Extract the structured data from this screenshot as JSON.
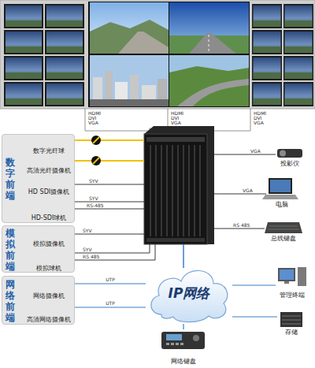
{
  "diagram": {
    "nodes": [
      {
        "text": [
          "数字前端"
        ]
      },
      {
        "text": [
          "数字光纤球"
        ],
        "in": 0
      },
      {
        "text": [
          "高清光纤摄像机"
        ],
        "in": 0
      },
      {
        "text": [
          "HD SDI摄像机"
        ],
        "in": 0
      },
      {
        "text": [
          "HD-SDI球机"
        ],
        "in": 0
      },
      {
        "text": [
          "模拟前端"
        ]
      },
      {
        "text": [
          "模拟摄像机"
        ],
        "in": 5
      },
      {
        "text": [
          "模拟球机"
        ],
        "in": 5
      },
      {
        "text": [
          "网络前端"
        ]
      },
      {
        "text": [
          "网络摄像机"
        ],
        "in": 8
      },
      {
        "text": [
          "高清网络摄像机"
        ],
        "in": 8
      },
      {
        "text": [
          "IP网络"
        ]
      },
      {
        "text": [
          "投影仪"
        ]
      },
      {
        "text": [
          "电脑"
        ]
      },
      {
        "text": [
          "总线键盘"
        ]
      },
      {
        "text": [
          "管理终端"
        ]
      },
      {
        "text": [
          "存储"
        ]
      },
      {
        "text": [
          "网络键盘"
        ]
      }
    ],
    "edges": [
      {
        "from": 9,
        "to": 11,
        "arrow": "none",
        "label": "UTP"
      },
      {
        "from": 10,
        "to": 11,
        "arrow": "none",
        "label": "UTP"
      },
      {
        "from": 11,
        "to": 15,
        "arrow": "none"
      },
      {
        "from": 11,
        "to": 16,
        "arrow": "none"
      },
      {
        "from": 11,
        "to": 17,
        "arrow": "none"
      }
    ],
    "labels": [
      "HDMI",
      "DVI",
      "VGA",
      "HDMI",
      "DVI",
      "VGA",
      "HDMI",
      "DVI",
      "VGA",
      "SYV",
      "SYV",
      "RS-485",
      "SYV",
      "SYV",
      "RS 485",
      "VGA",
      "VGA",
      "RS 485"
    ]
  }
}
